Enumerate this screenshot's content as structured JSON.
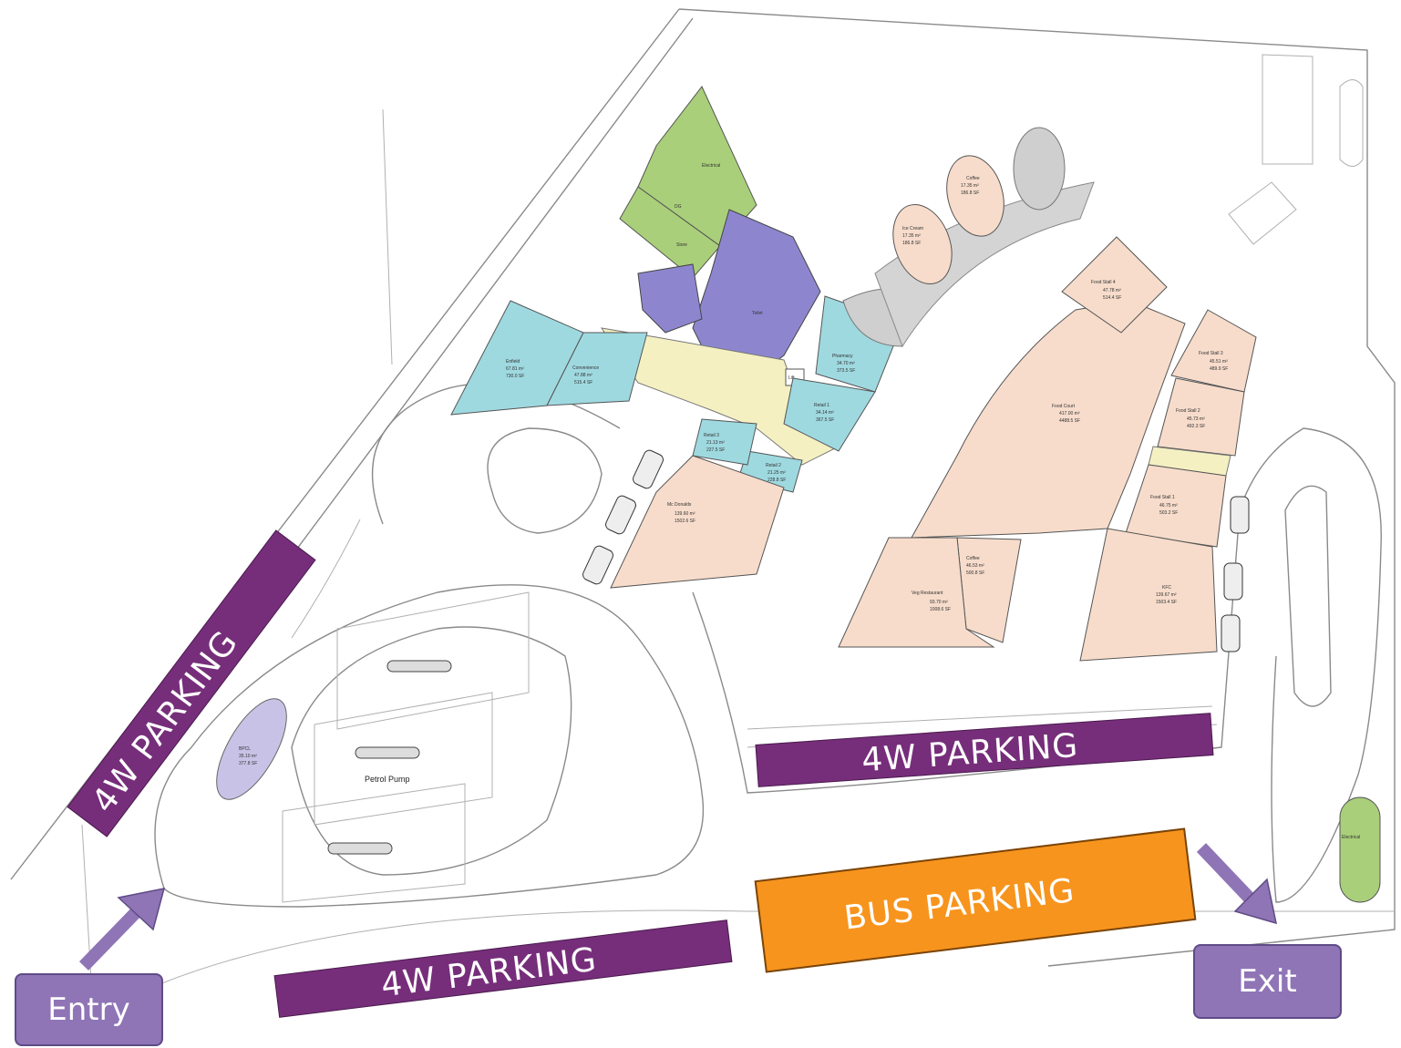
{
  "colors": {
    "parking_banner": "#762e7a",
    "bus_banner": "#f7941d",
    "nav_button": "#8f75b6",
    "green_zone": "#a9cf7a",
    "teal_zone": "#9fd9e0",
    "peach_zone": "#f7dccb",
    "toilet_zone": "#8d86cf"
  },
  "banners": {
    "parking_left": "4W PARKING",
    "parking_middle": "4W PARKING",
    "parking_bottom": "4W PARKING",
    "bus_parking": "BUS PARKING"
  },
  "nav": {
    "entry": "Entry",
    "exit": "Exit"
  },
  "rooms": {
    "electrical": "Electrical",
    "dg": "DG",
    "store": "Store",
    "toilet": "Toilet",
    "enfield": {
      "name": "Enfield",
      "area": "67.81 m²",
      "sf": "730.0 SF"
    },
    "convenience": {
      "name": "Convenience",
      "area": "47.88 m²",
      "sf": "515.4 SF"
    },
    "pharmacy": {
      "name": "Pharmacy",
      "area": "34.70 m²",
      "sf": "373.5 SF"
    },
    "lift": "Lift",
    "retail1": {
      "name": "Retail 1",
      "area": "34.14 m²",
      "sf": "367.5 SF"
    },
    "retail2": {
      "name": "Retail 2",
      "area": "21.25 m²",
      "sf": "228.8 SF"
    },
    "retail3": {
      "name": "Retail 3",
      "area": "21.13 m²",
      "sf": "227.5 SF"
    },
    "mcdonalds": {
      "name": "Mc Donalds",
      "area": "139.60 m²",
      "sf": "1502.6 SF"
    },
    "ice_cream": {
      "name": "Ice Cream",
      "area": "17.35 m²",
      "sf": "186.8 SF"
    },
    "coffee_kiosk": {
      "name": "Coffee",
      "area": "17.35 m²",
      "sf": "186.8 SF"
    },
    "food_stall_4": {
      "name": "Food Stall 4",
      "area": "47.78 m²",
      "sf": "514.4 SF"
    },
    "food_stall_3": {
      "name": "Food Stall 3",
      "area": "45.51 m²",
      "sf": "489.9 SF"
    },
    "food_stall_2": {
      "name": "Food Stall 2",
      "area": "45.73 m²",
      "sf": "492.3 SF"
    },
    "food_stall_1": {
      "name": "Food Stall 1",
      "area": "46.75 m²",
      "sf": "503.2 SF"
    },
    "food_court": {
      "name": "Food Court",
      "area": "417.00 m²",
      "sf": "4488.5 SF"
    },
    "coffee": {
      "name": "Coffee",
      "area": "46.53 m²",
      "sf": "500.8 SF"
    },
    "veg_restaurant": {
      "name": "Veg Restaurant",
      "area": "93.70 m²",
      "sf": "1008.6 SF"
    },
    "kfc": {
      "name": "KFC",
      "area": "139.67 m²",
      "sf": "1503.4 SF"
    },
    "bpcl": {
      "name": "BPCL",
      "area": "35.10 m²",
      "sf": "377.8 SF"
    },
    "petrol_pump": "Petrol Pump",
    "electrical_right": "Electrical"
  }
}
